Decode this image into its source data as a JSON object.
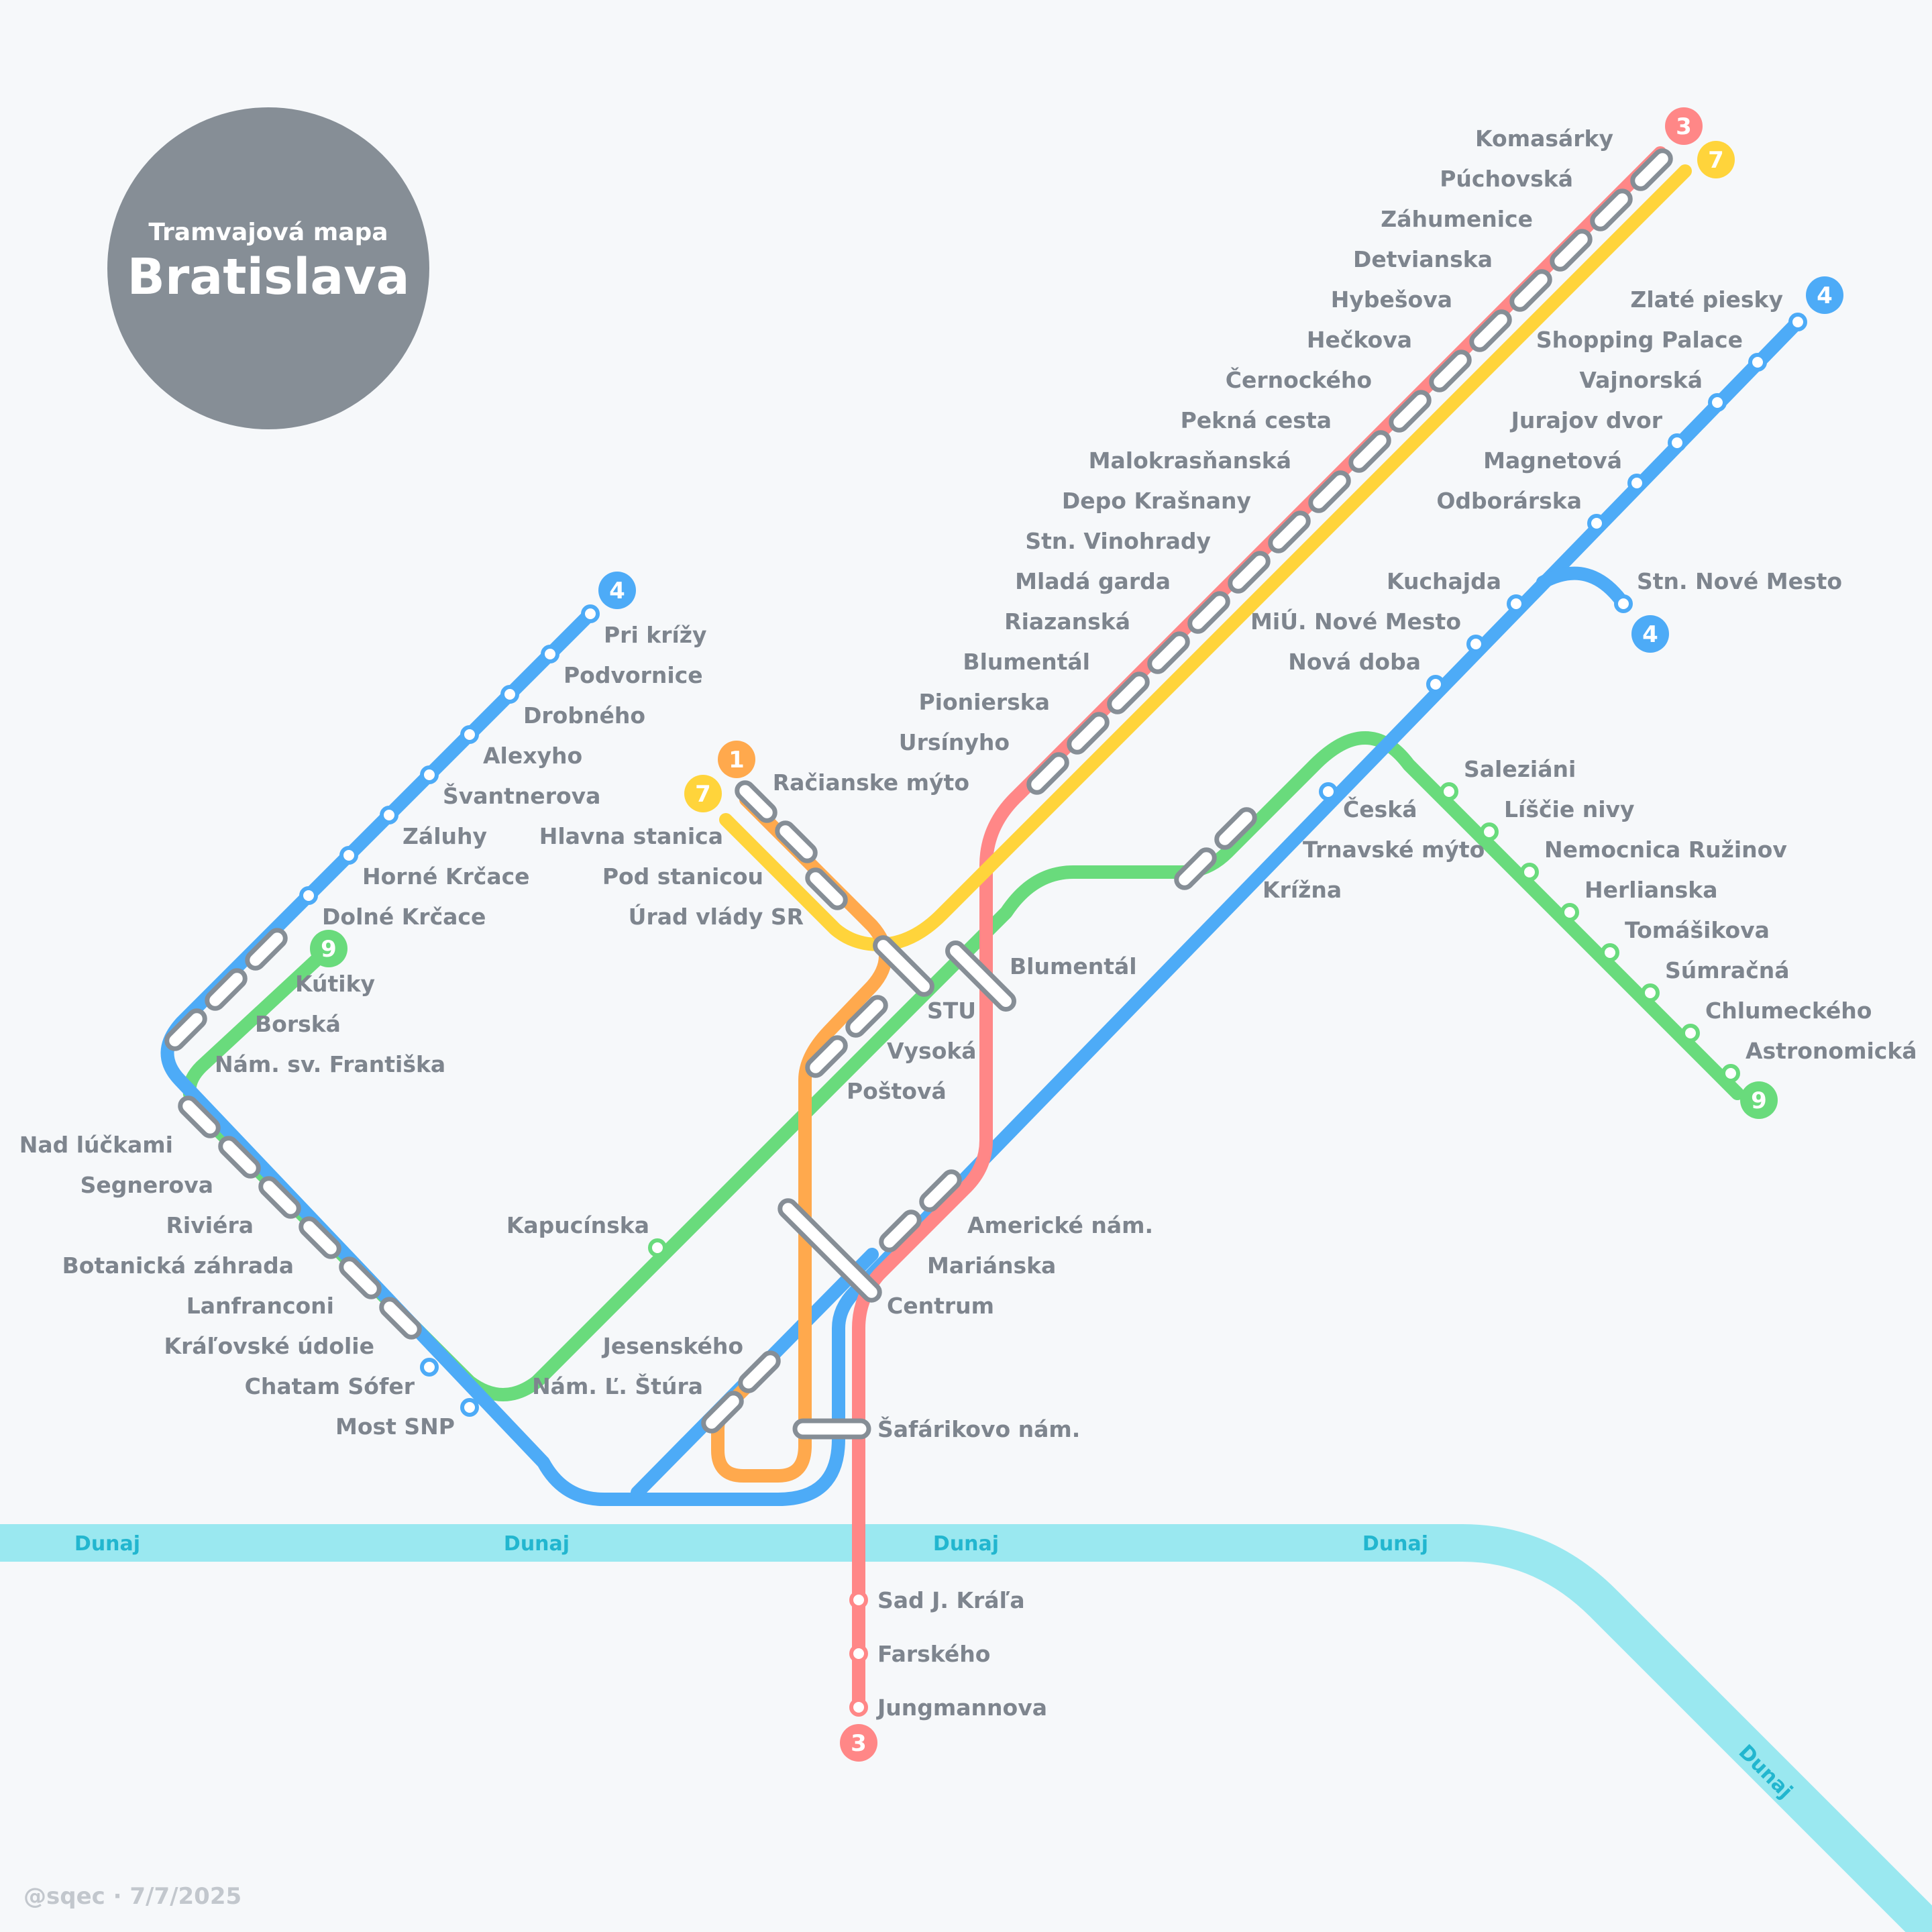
{
  "title": {
    "subtitle": "Tramvajová mapa",
    "city": "Bratislava"
  },
  "credit": "@sqec · 7/7/2025",
  "colors": {
    "background": "#f6f8fa",
    "river": "#9ae8f0",
    "river_label": "#22b6cf",
    "line_1": "#ffa94d",
    "line_3": "#ff8787",
    "line_4": "#4dabf7",
    "line_7": "#ffd43b",
    "line_9": "#69db7c",
    "interchange": "#868e96",
    "text": "#7e858e",
    "title_circle": "#868e96"
  },
  "river": {
    "name": "Dunaj",
    "labels": [
      "Dunaj",
      "Dunaj",
      "Dunaj",
      "Dunaj",
      "Dunaj"
    ]
  },
  "lines": [
    {
      "id": "1",
      "color": "#ffa94d"
    },
    {
      "id": "3",
      "color": "#ff8787"
    },
    {
      "id": "4",
      "color": "#4dabf7"
    },
    {
      "id": "7",
      "color": "#ffd43b"
    },
    {
      "id": "9",
      "color": "#69db7c"
    }
  ],
  "terminus_badges": [
    "3",
    "7",
    "4",
    "4",
    "4",
    "9",
    "9",
    "1",
    "7",
    "3"
  ],
  "stations": [
    "Komasárky",
    "Púchovská",
    "Záhumenice",
    "Detvianska",
    "Hybešova",
    "Hečkova",
    "Černockého",
    "Pekná cesta",
    "Malokrasňanská",
    "Depo Krašnany",
    "Stn. Vinohrady",
    "Mladá garda",
    "Riazanská",
    "Blumentál",
    "Pionierska",
    "Ursínyho",
    "Račianske mýto",
    "Zlaté piesky",
    "Shopping Palace",
    "Vajnorská",
    "Jurajov dvor",
    "Magnetová",
    "Odborárska",
    "Kuchajda",
    "Stn. Nové Mesto",
    "MiÚ. Nové Mesto",
    "Nová doba",
    "Saleziáni",
    "Česká",
    "Líščie nivy",
    "Trnavské mýto",
    "Nemocnica Ružinov",
    "Krížna",
    "Herlianska",
    "Tomášikova",
    "Súmračná",
    "Chlumeckého",
    "Astronomická",
    "Pri krížy",
    "Podvornice",
    "Drobného",
    "Alexyho",
    "Švantnerova",
    "Záluhy",
    "Horné Krčace",
    "Dolné Krčace",
    "Kútiky",
    "Borská",
    "Nám. sv. Františka",
    "Nad lúčkami",
    "Segnerova",
    "Riviéra",
    "Botanická záhrada",
    "Lanfranconi",
    "Kráľovské údolie",
    "Chatam Sófer",
    "Most SNP",
    "Hlavna stanica",
    "Pod stanicou",
    "Úrad vlády SR",
    "Blumentál",
    "STU",
    "Vysoká",
    "Poštová",
    "Kapucínska",
    "Americké nám.",
    "Mariánska",
    "Centrum",
    "Jesenského",
    "Nám. Ľ. Štúra",
    "Šafárikovo nám.",
    "Sad J. Kráľa",
    "Farského",
    "Jungmannova"
  ]
}
